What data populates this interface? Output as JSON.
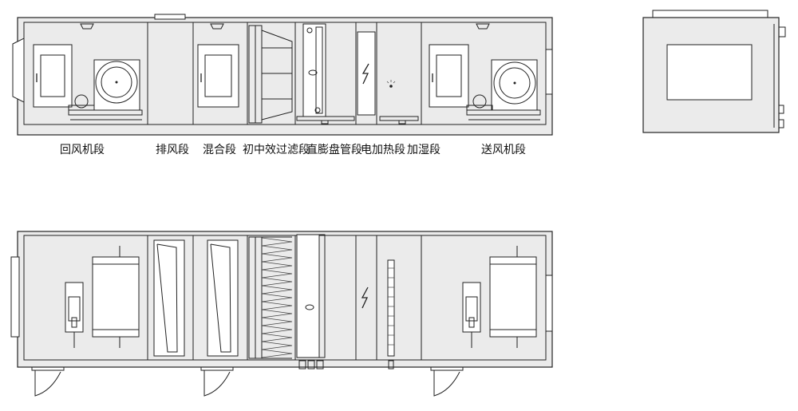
{
  "top_view": {
    "sections": [
      {
        "label": "回风机段"
      },
      {
        "label": "排风段"
      },
      {
        "label": "混合段"
      },
      {
        "label": "初中效过滤段"
      },
      {
        "label": "直膨盘管段"
      },
      {
        "label": "电加热段"
      },
      {
        "label": "加湿段"
      },
      {
        "label": "送风机段"
      }
    ]
  }
}
